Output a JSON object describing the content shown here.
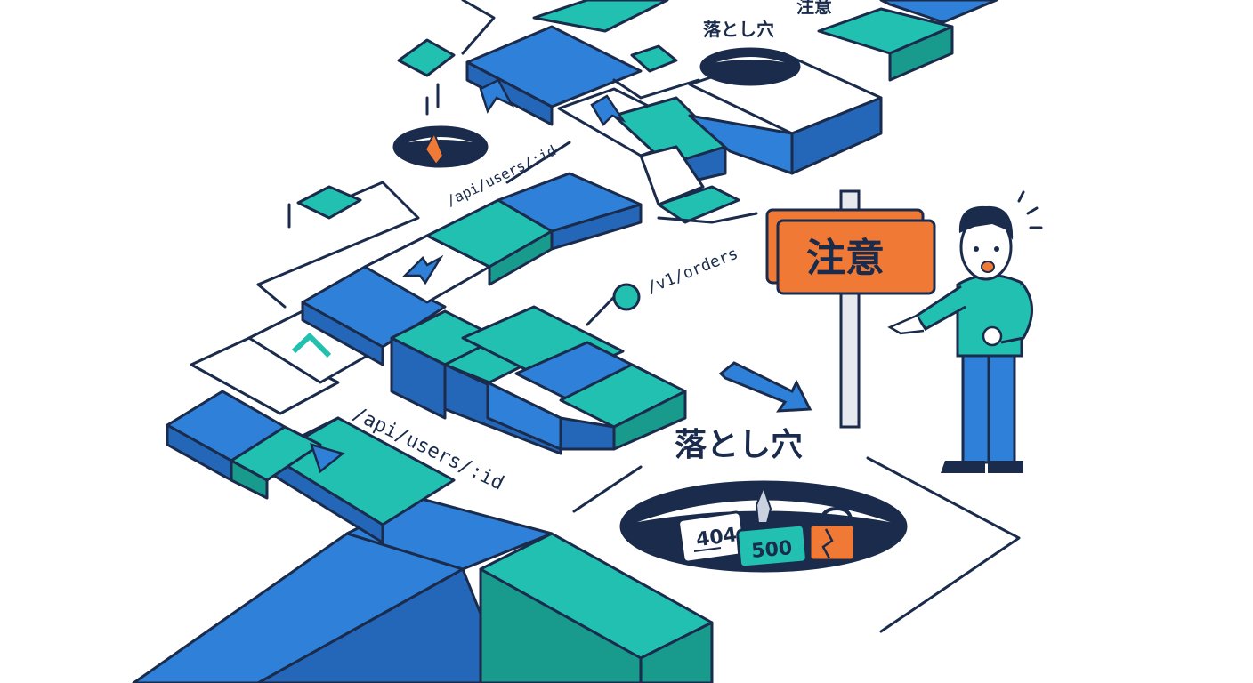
{
  "labels": {
    "pitfall_main": "落とし穴",
    "pitfall_top": "落とし穴",
    "warning_sign": "注意",
    "warning_sign_top": "注意",
    "route_users_main": "/api/users/:id",
    "route_users_top": "/api/users/:id",
    "route_orders": "/v1/orders"
  },
  "error_cards": {
    "not_found": "404",
    "server_error": "500"
  },
  "colors": {
    "blue": "#2f80d8",
    "teal": "#22c0b0",
    "navy": "#1a2b4c",
    "orange": "#f07a35",
    "white": "#ffffff"
  },
  "icons": [
    "arrow-up-icon",
    "chevron-up-icon",
    "play-down-icon",
    "broken-lock-icon",
    "exclamation-lines-icon"
  ]
}
